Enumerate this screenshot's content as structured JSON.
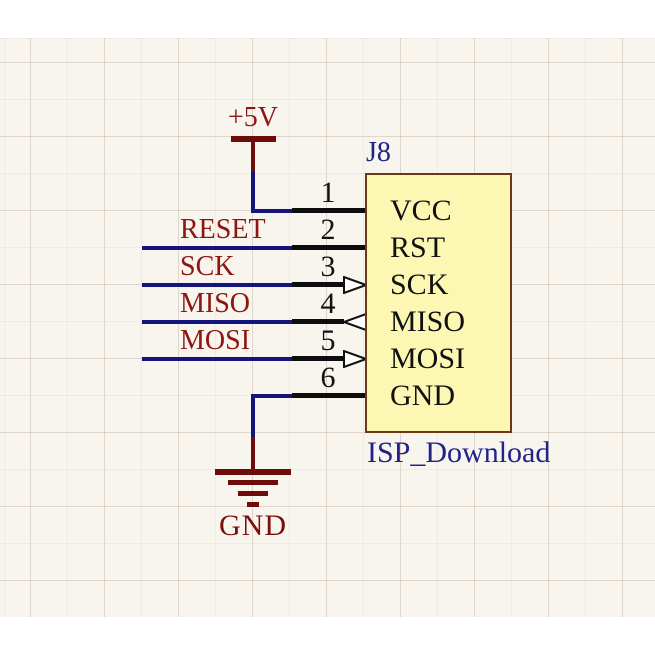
{
  "schematic": {
    "power_net": {
      "label": "+5V"
    },
    "ground_net": {
      "label": "GND"
    },
    "net_labels": {
      "reset": "RESET",
      "sck": "SCK",
      "miso": "MISO",
      "mosi": "MOSI"
    },
    "connector": {
      "designator": "J8",
      "comment": "ISP_Download",
      "pins": [
        {
          "number": "1",
          "name": "VCC",
          "direction": "passive"
        },
        {
          "number": "2",
          "name": "RST",
          "direction": "passive"
        },
        {
          "number": "3",
          "name": "SCK",
          "direction": "input"
        },
        {
          "number": "4",
          "name": "MISO",
          "direction": "output"
        },
        {
          "number": "5",
          "name": "MOSI",
          "direction": "input"
        },
        {
          "number": "6",
          "name": "GND",
          "direction": "passive"
        }
      ]
    },
    "colors": {
      "sheet_background": "#F8F4EE",
      "wire": "#14147A",
      "pin": "#0D0D0D",
      "net_label_text": "#8E1511",
      "power_symbol": "#6E0B0B",
      "component_fill": "#FCF8B4",
      "component_border": "#6B3A14",
      "designator_text": "#222288"
    }
  }
}
